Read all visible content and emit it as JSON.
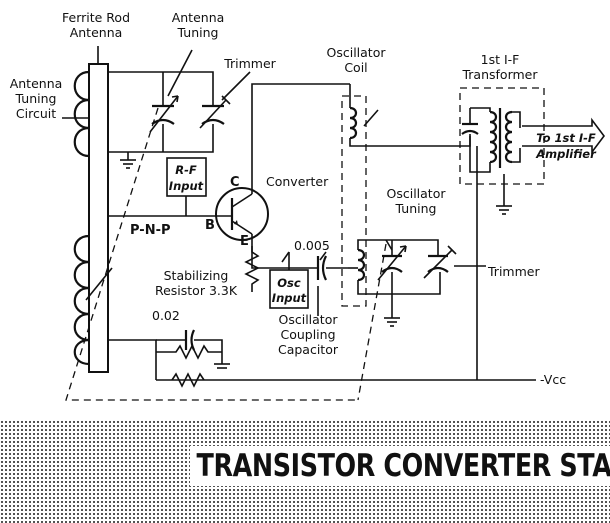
{
  "labels": {
    "ferrite_rod": [
      "Ferrite Rod",
      "Antenna"
    ],
    "antenna_tuning": [
      "Antenna",
      "Tuning"
    ],
    "trimmer_top": "Trimmer",
    "oscillator_coil": [
      "Oscillator",
      "Coil"
    ],
    "if_transformer": [
      "1st I-F",
      "Transformer"
    ],
    "antenna_tuning_circuit": [
      "Antenna",
      "Tuning",
      "Circuit"
    ],
    "rf_input": [
      "R-F",
      "Input"
    ],
    "converter": "Converter",
    "to_if_amplifier": [
      "To 1st I-F",
      "Amplifier"
    ],
    "oscillator_tuning": [
      "Oscillator",
      "Tuning"
    ],
    "pnp": "P-N-P",
    "terminal_c": "C",
    "terminal_b": "B",
    "terminal_e": "E",
    "cap_0005": "0.005",
    "trimmer_right": "Trimmer",
    "stabilizing_resistor": [
      "Stabilizing",
      "Resistor 3.3K"
    ],
    "osc_input": [
      "Osc",
      "Input"
    ],
    "cap_002": "0.02",
    "oscillator_coupling_capacitor": [
      "Oscillator",
      "Coupling",
      "Capacitor"
    ],
    "vcc": "-Vcc"
  },
  "banner": {
    "title": "TRANSISTOR CONVERTER STAGE"
  }
}
